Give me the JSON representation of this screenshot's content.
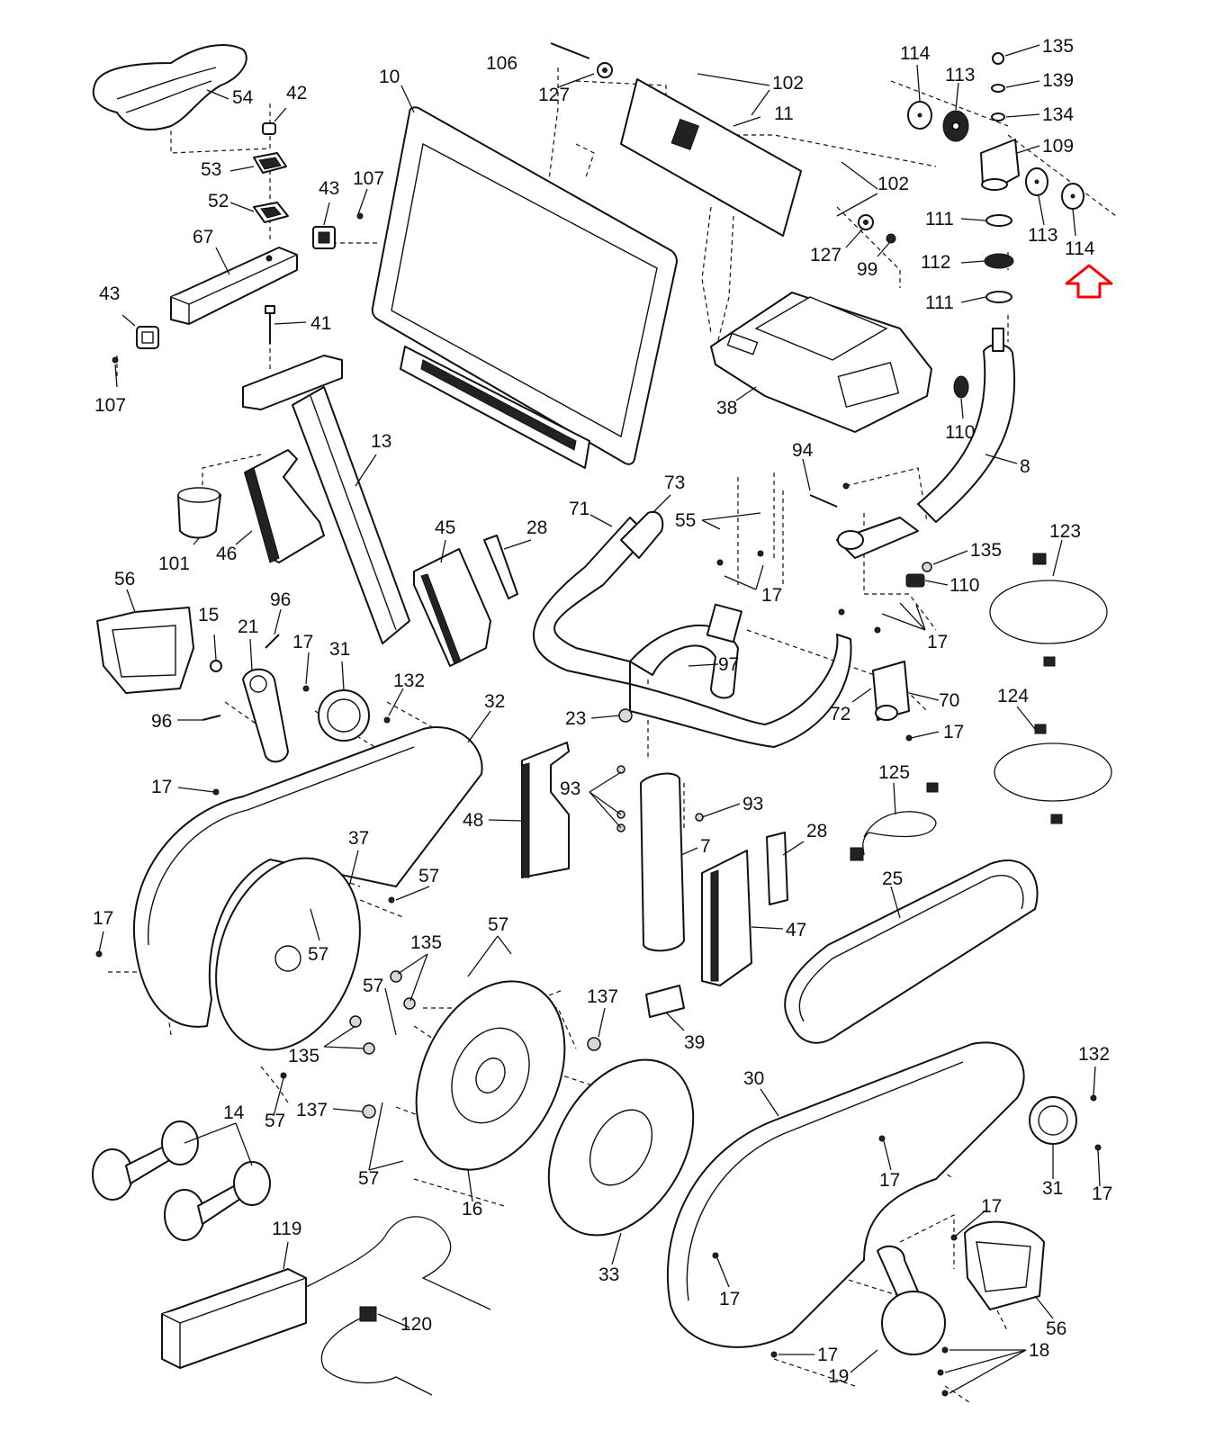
{
  "diagram": {
    "marker_color": "#ff0000",
    "callouts": {
      "c10": "10",
      "c11": "11",
      "c102a": "102",
      "c102b": "102",
      "c106": "106",
      "c127a": "127",
      "c127b": "127",
      "c99": "99",
      "c54": "54",
      "c42": "42",
      "c53": "53",
      "c52": "52",
      "c43a": "43",
      "c107a": "107",
      "c67": "67",
      "c43b": "43",
      "c107b": "107",
      "c41": "41",
      "c13": "13",
      "c114a": "114",
      "c113a": "113",
      "c135a": "135",
      "c139": "139",
      "c134": "134",
      "c109": "109",
      "c111a": "111",
      "c113b": "113",
      "c114b": "114",
      "c112": "112",
      "c111b": "111",
      "c38": "38",
      "c110a": "110",
      "c8": "8",
      "c94": "94",
      "c73": "73",
      "c71": "71",
      "c55": "55",
      "c17a": "17",
      "c135b": "135",
      "c110b": "110",
      "c123": "123",
      "c17b": "17",
      "c101": "101",
      "c46": "46",
      "c45": "45",
      "c28a": "28",
      "c56a": "56",
      "c15": "15",
      "c21": "21",
      "c96a": "96",
      "c17c": "17",
      "c31a": "31",
      "c96b": "96",
      "c132a": "132",
      "c32": "32",
      "c97": "97",
      "c23": "23",
      "c72": "72",
      "c70": "70",
      "c17d": "17",
      "c124": "124",
      "c17e": "17",
      "c125": "125",
      "c93a": "93",
      "c93b": "93",
      "c48": "48",
      "c7": "7",
      "c37": "37",
      "c57a": "57",
      "c28b": "28",
      "c25": "25",
      "c17f": "17",
      "c57b": "57",
      "c47": "47",
      "c57c": "57",
      "c135c": "135",
      "c57d": "57",
      "c137a": "137",
      "c39": "39",
      "c135d": "135",
      "c57e": "57",
      "c30": "30",
      "c132b": "132",
      "c14": "14",
      "c137b": "137",
      "c57f": "57",
      "c16": "16",
      "c17g": "17",
      "c31b": "31",
      "c17h": "17",
      "c17i": "17",
      "c119": "119",
      "c33": "33",
      "c17j": "17",
      "c56b": "56",
      "c120": "120",
      "c17k": "17",
      "c19": "19",
      "c18": "18"
    }
  }
}
